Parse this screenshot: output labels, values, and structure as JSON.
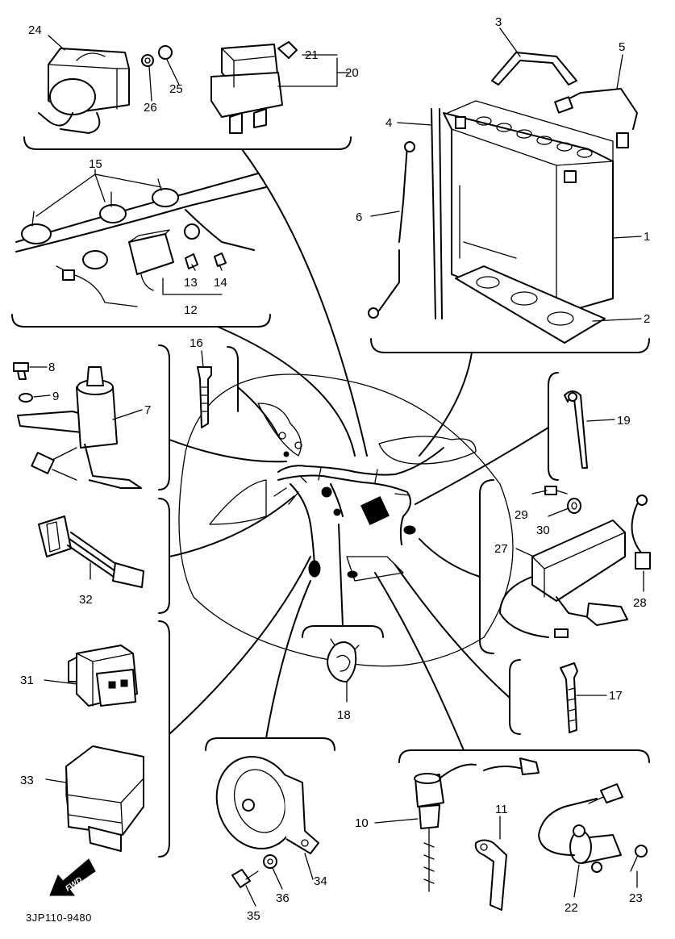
{
  "diagram_code": "3JP110-9480",
  "forward_arrow_text": "FWD",
  "callouts": {
    "n1": "1",
    "n2": "2",
    "n3": "3",
    "n4": "4",
    "n5": "5",
    "n6": "6",
    "n7": "7",
    "n8": "8",
    "n9": "9",
    "n10": "10",
    "n11": "11",
    "n12": "12",
    "n13": "13",
    "n14": "14",
    "n15": "15",
    "n16": "16",
    "n17": "17",
    "n18": "18",
    "n19": "19",
    "n20": "20",
    "n21": "21",
    "n22": "22",
    "n23": "23",
    "n24": "24",
    "n25": "25",
    "n26": "26",
    "n27": "27",
    "n28": "28",
    "n29": "29",
    "n30": "30",
    "n31": "31",
    "n32": "32",
    "n33": "33",
    "n34": "34",
    "n35": "35",
    "n36": "36"
  }
}
